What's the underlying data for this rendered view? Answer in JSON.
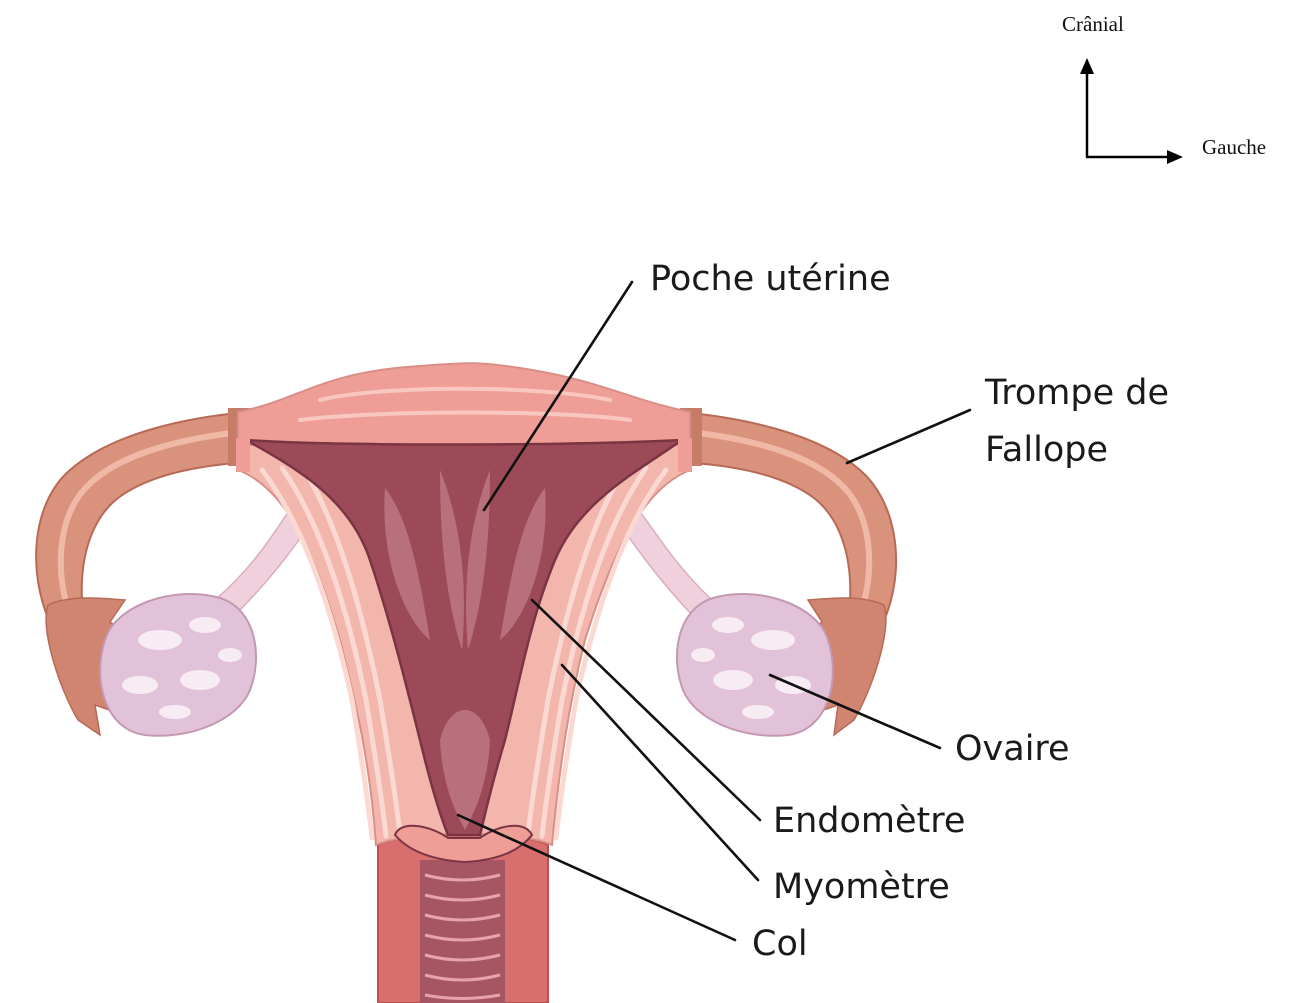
{
  "orientation": {
    "up_label": "Crânial",
    "right_label": "Gauche"
  },
  "labels": {
    "uterine_pouch": "Poche utérine",
    "fallopian_tube_line1": "Trompe de",
    "fallopian_tube_line2": "Fallope",
    "ovary": "Ovaire",
    "endometrium": "Endomètre",
    "myometrium": "Myomètre",
    "cervix": "Col"
  },
  "colors": {
    "tube": "#d9927c",
    "tube_dark": "#b86a57",
    "myometrium": "#f2b6ad",
    "myometrium_stripe": "#fbd9d2",
    "uterine_wall_top": "#ee9e96",
    "cavity": "#9c4a58",
    "cavity_dark": "#7b3442",
    "cavity_fold": "#b8707c",
    "ovary": "#e2c2d8",
    "ovary_light": "#f7ecf4",
    "ligament": "#efd0dc",
    "cervix": "#d86f6e",
    "vagina_lumen": "#a65563"
  }
}
